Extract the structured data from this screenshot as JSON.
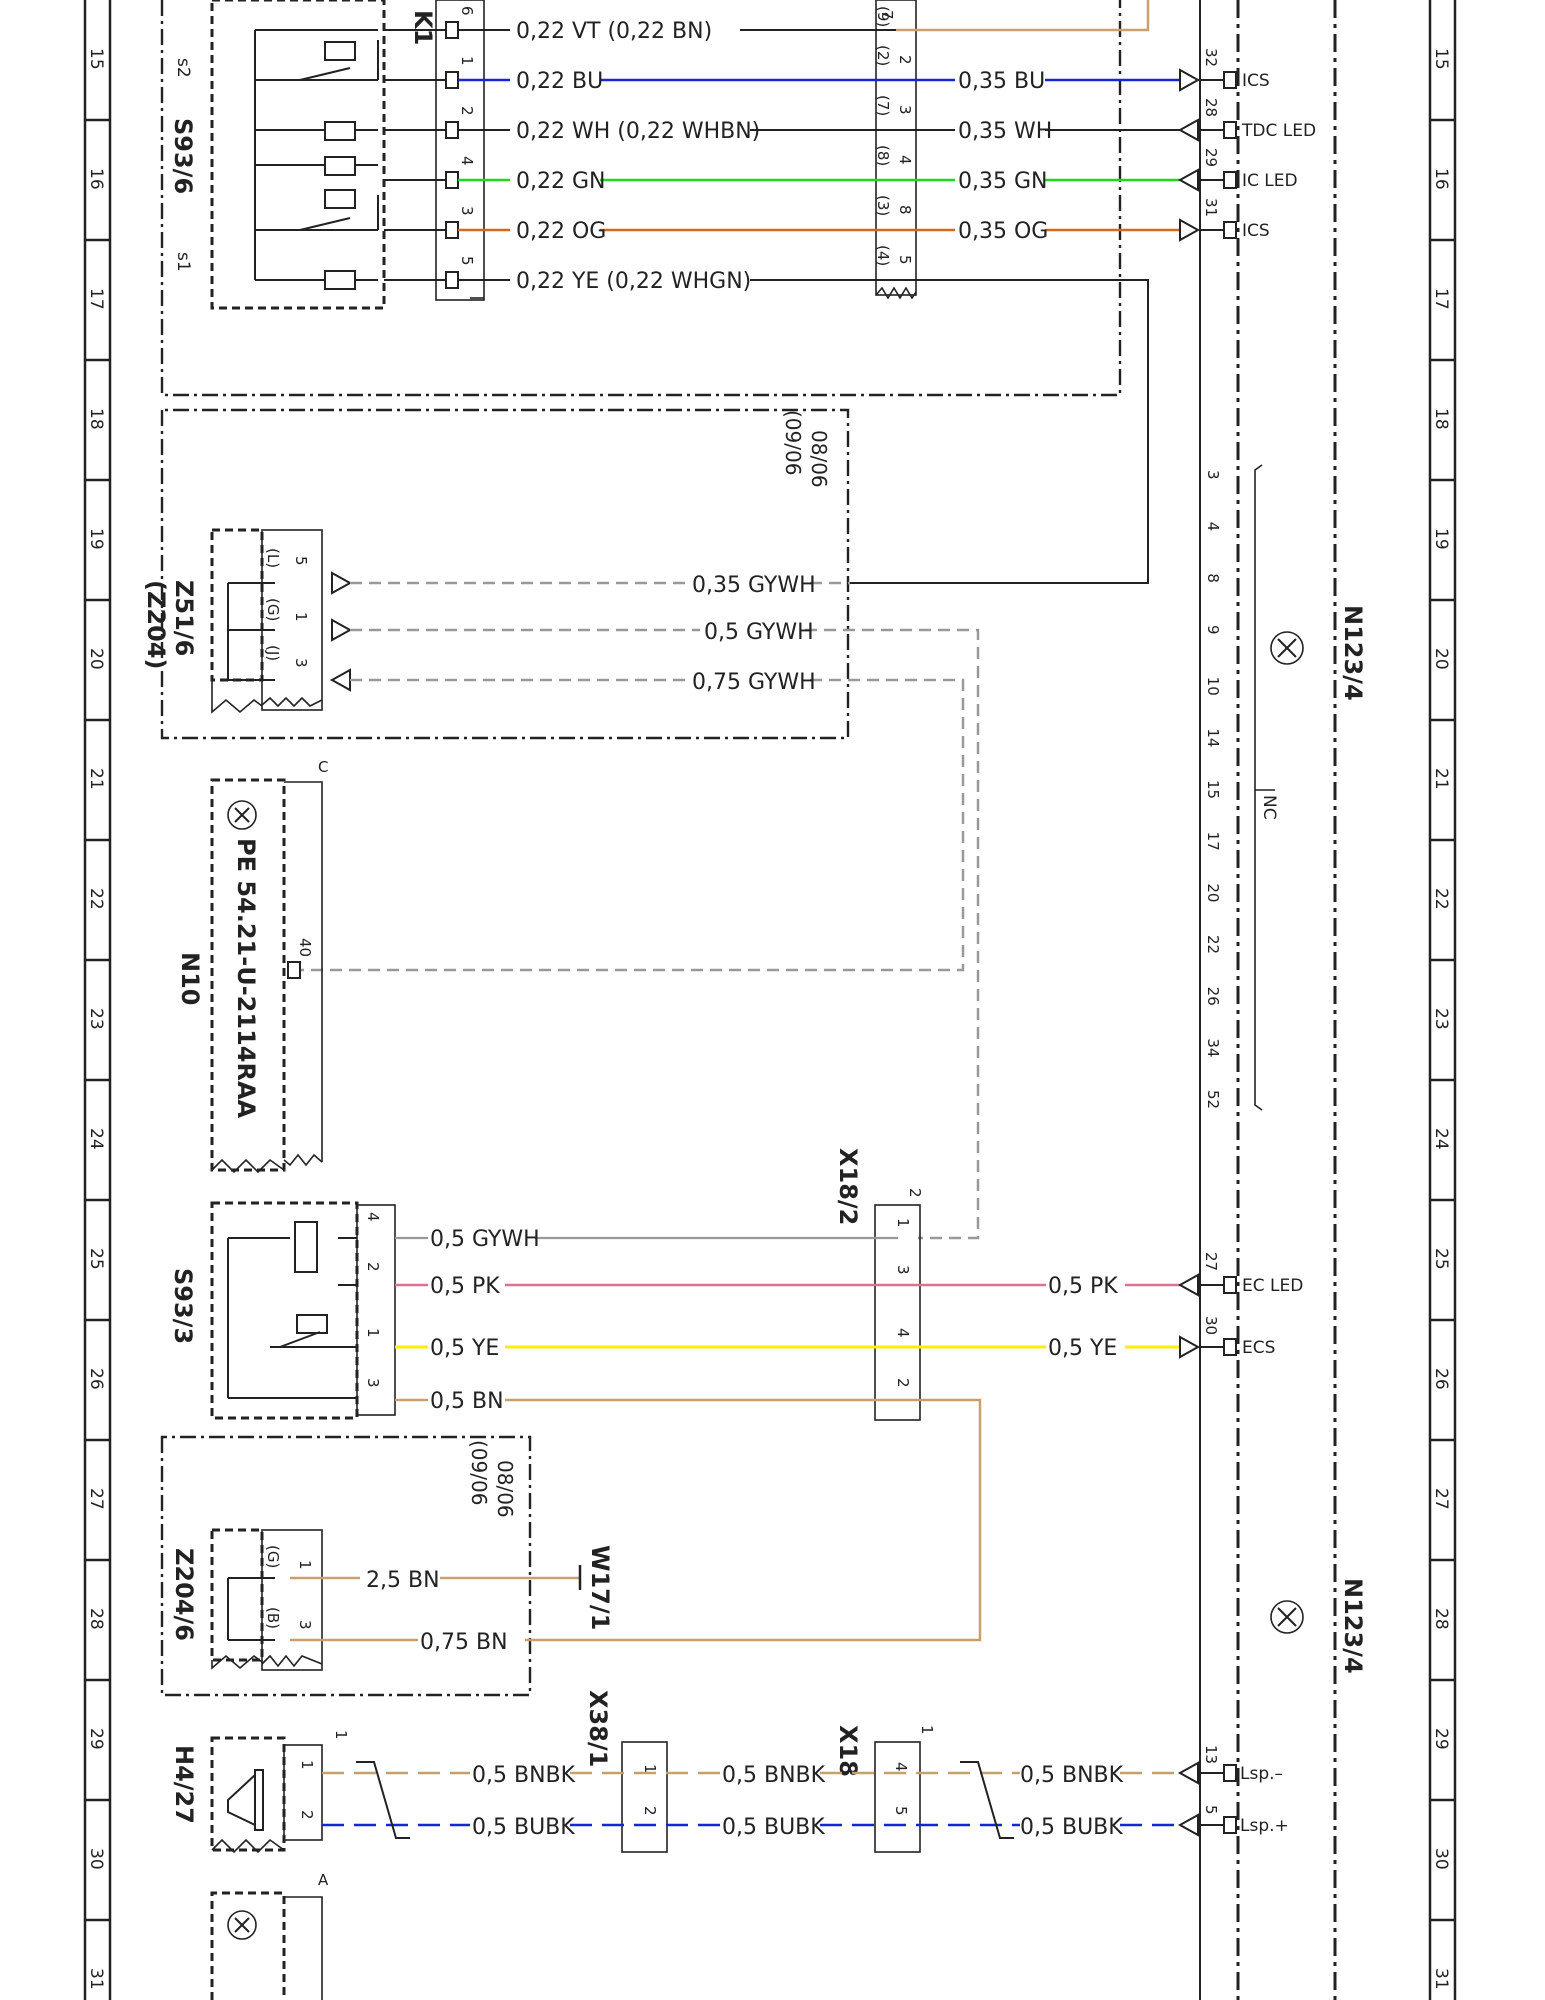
{
  "rows": [
    "15",
    "16",
    "17",
    "18",
    "19",
    "20",
    "21",
    "22",
    "23",
    "24",
    "25",
    "26",
    "27",
    "28",
    "29",
    "30",
    "31"
  ],
  "components": {
    "k1": "K1",
    "s93_6": "S93/6",
    "s93_6_s1": "s1",
    "s93_6_s2": "s2",
    "z51_6": "Z51/6\n(Z204)",
    "z51_6_l1": "Z51/6",
    "z51_6_l2": "(Z204)",
    "n10": "N10",
    "n10_code": "PE 54.21-U-2114RAA",
    "n10_point": "C",
    "s93_3": "S93/3",
    "z204_6": "Z204/6",
    "w17_1": "W17/1",
    "h4_27": "H4/27",
    "bottom_point": "A",
    "n123_4_top": "N123/4",
    "n123_4_bottom": "N123/4",
    "nc": "NC",
    "x18_2": "X18/2",
    "x38_1": "X38/1",
    "x18": "X18",
    "date_a_1": "08/06",
    "date_a_2": "(09/06",
    "date_b_1": "08/06",
    "date_b_2": "(09/06"
  },
  "nc_pins": [
    "3",
    "4",
    "8",
    "9",
    "10",
    "14",
    "15",
    "17",
    "20",
    "22",
    "26",
    "34",
    "52"
  ],
  "wires": {
    "w_vt": "0,22 VT (0,22 BN)",
    "w_bu": "0,22 BU",
    "w_bu2": "0,35 BU",
    "w_wh": "0,22 WH (0,22 WHBN)",
    "w_wh2": "0,35 WH",
    "w_gn": "0,22 GN",
    "w_gn2": "0,35 GN",
    "w_og": "0,22 OG",
    "w_og2": "0,35 OG",
    "w_ye": "0,22 YE (0,22 WHGN)",
    "z_gywh1": "0,35 GYWH",
    "z_gywh2": "0,5 GYWH",
    "z_gywh3": "0,75 GYWH",
    "s_gywh": "0,5 GYWH",
    "s_pk": "0,5 PK",
    "s_pk2": "0,5 PK",
    "s_ye": "0,5 YE",
    "s_ye2": "0,5 YE",
    "s_bn": "0,5 BN",
    "z_bn25": "2,5 BN",
    "z_bn075": "0,75 BN",
    "h_bnbk1": "0,5 BNBK",
    "h_bnbk2": "0,5 BNBK",
    "h_bnbk3": "0,5 BNBK",
    "h_bubk1": "0,5 BUBK",
    "h_bubk2": "0,5 BUBK",
    "h_bubk3": "0,5 BUBK"
  },
  "signals": {
    "ics1": "ICS",
    "tdc": "TDC LED",
    "ic_led": "IC LED",
    "ics2": "ICS",
    "ec_led": "EC LED",
    "ecs": "ECS",
    "lsp_minus": "Lsp.–",
    "lsp_plus": "Lsp.+"
  },
  "pins": {
    "k1_6": "6",
    "k1_1": "1",
    "k1_2": "2",
    "k1_4": "4",
    "k1_3": "3",
    "k1_5": "5",
    "conn_7": "7",
    "conn_9": "(9)",
    "conn_2": "2",
    "conn_2p": "(2)",
    "conn_3": "3",
    "conn_7p": "(7)",
    "conn_4": "4",
    "conn_8p": "(8)",
    "conn_8": "8",
    "conn_3p": "(3)",
    "conn_5": "5",
    "conn_4p": "(4)",
    "n_32": "32",
    "n_28": "28",
    "n_29": "29",
    "n_31": "31",
    "z51_5": "5",
    "z51_l": "(L)",
    "z51_1": "1",
    "z51_g": "(G)",
    "z51_3": "3",
    "z51_j": "(J)",
    "n10_40": "40",
    "s933_4": "4",
    "s933_2": "2",
    "s933_1": "1",
    "s933_3": "3",
    "x182_2": "2",
    "x182_1": "1",
    "x182_3": "3",
    "x182_4": "4",
    "x182_2b": "2",
    "n_27": "27",
    "n_30": "30",
    "z2046_1": "1",
    "z2046_g": "(G)",
    "z2046_3": "3",
    "z2046_b": "(B)",
    "h427_top": "1",
    "h427_1": "1",
    "h427_2": "2",
    "x381_1": "1",
    "x381_2": "2",
    "x18_top": "1",
    "x18_4": "4",
    "x18_5": "5",
    "n_13": "13",
    "n_5": "5"
  },
  "colors": {
    "blue": "#1426d6",
    "green": "#22d61e",
    "orange": "#d2691e",
    "tan": "#c8a070",
    "pink": "#e07090",
    "yellow": "#ffee00",
    "gray": "#999999",
    "black": "#222222"
  }
}
